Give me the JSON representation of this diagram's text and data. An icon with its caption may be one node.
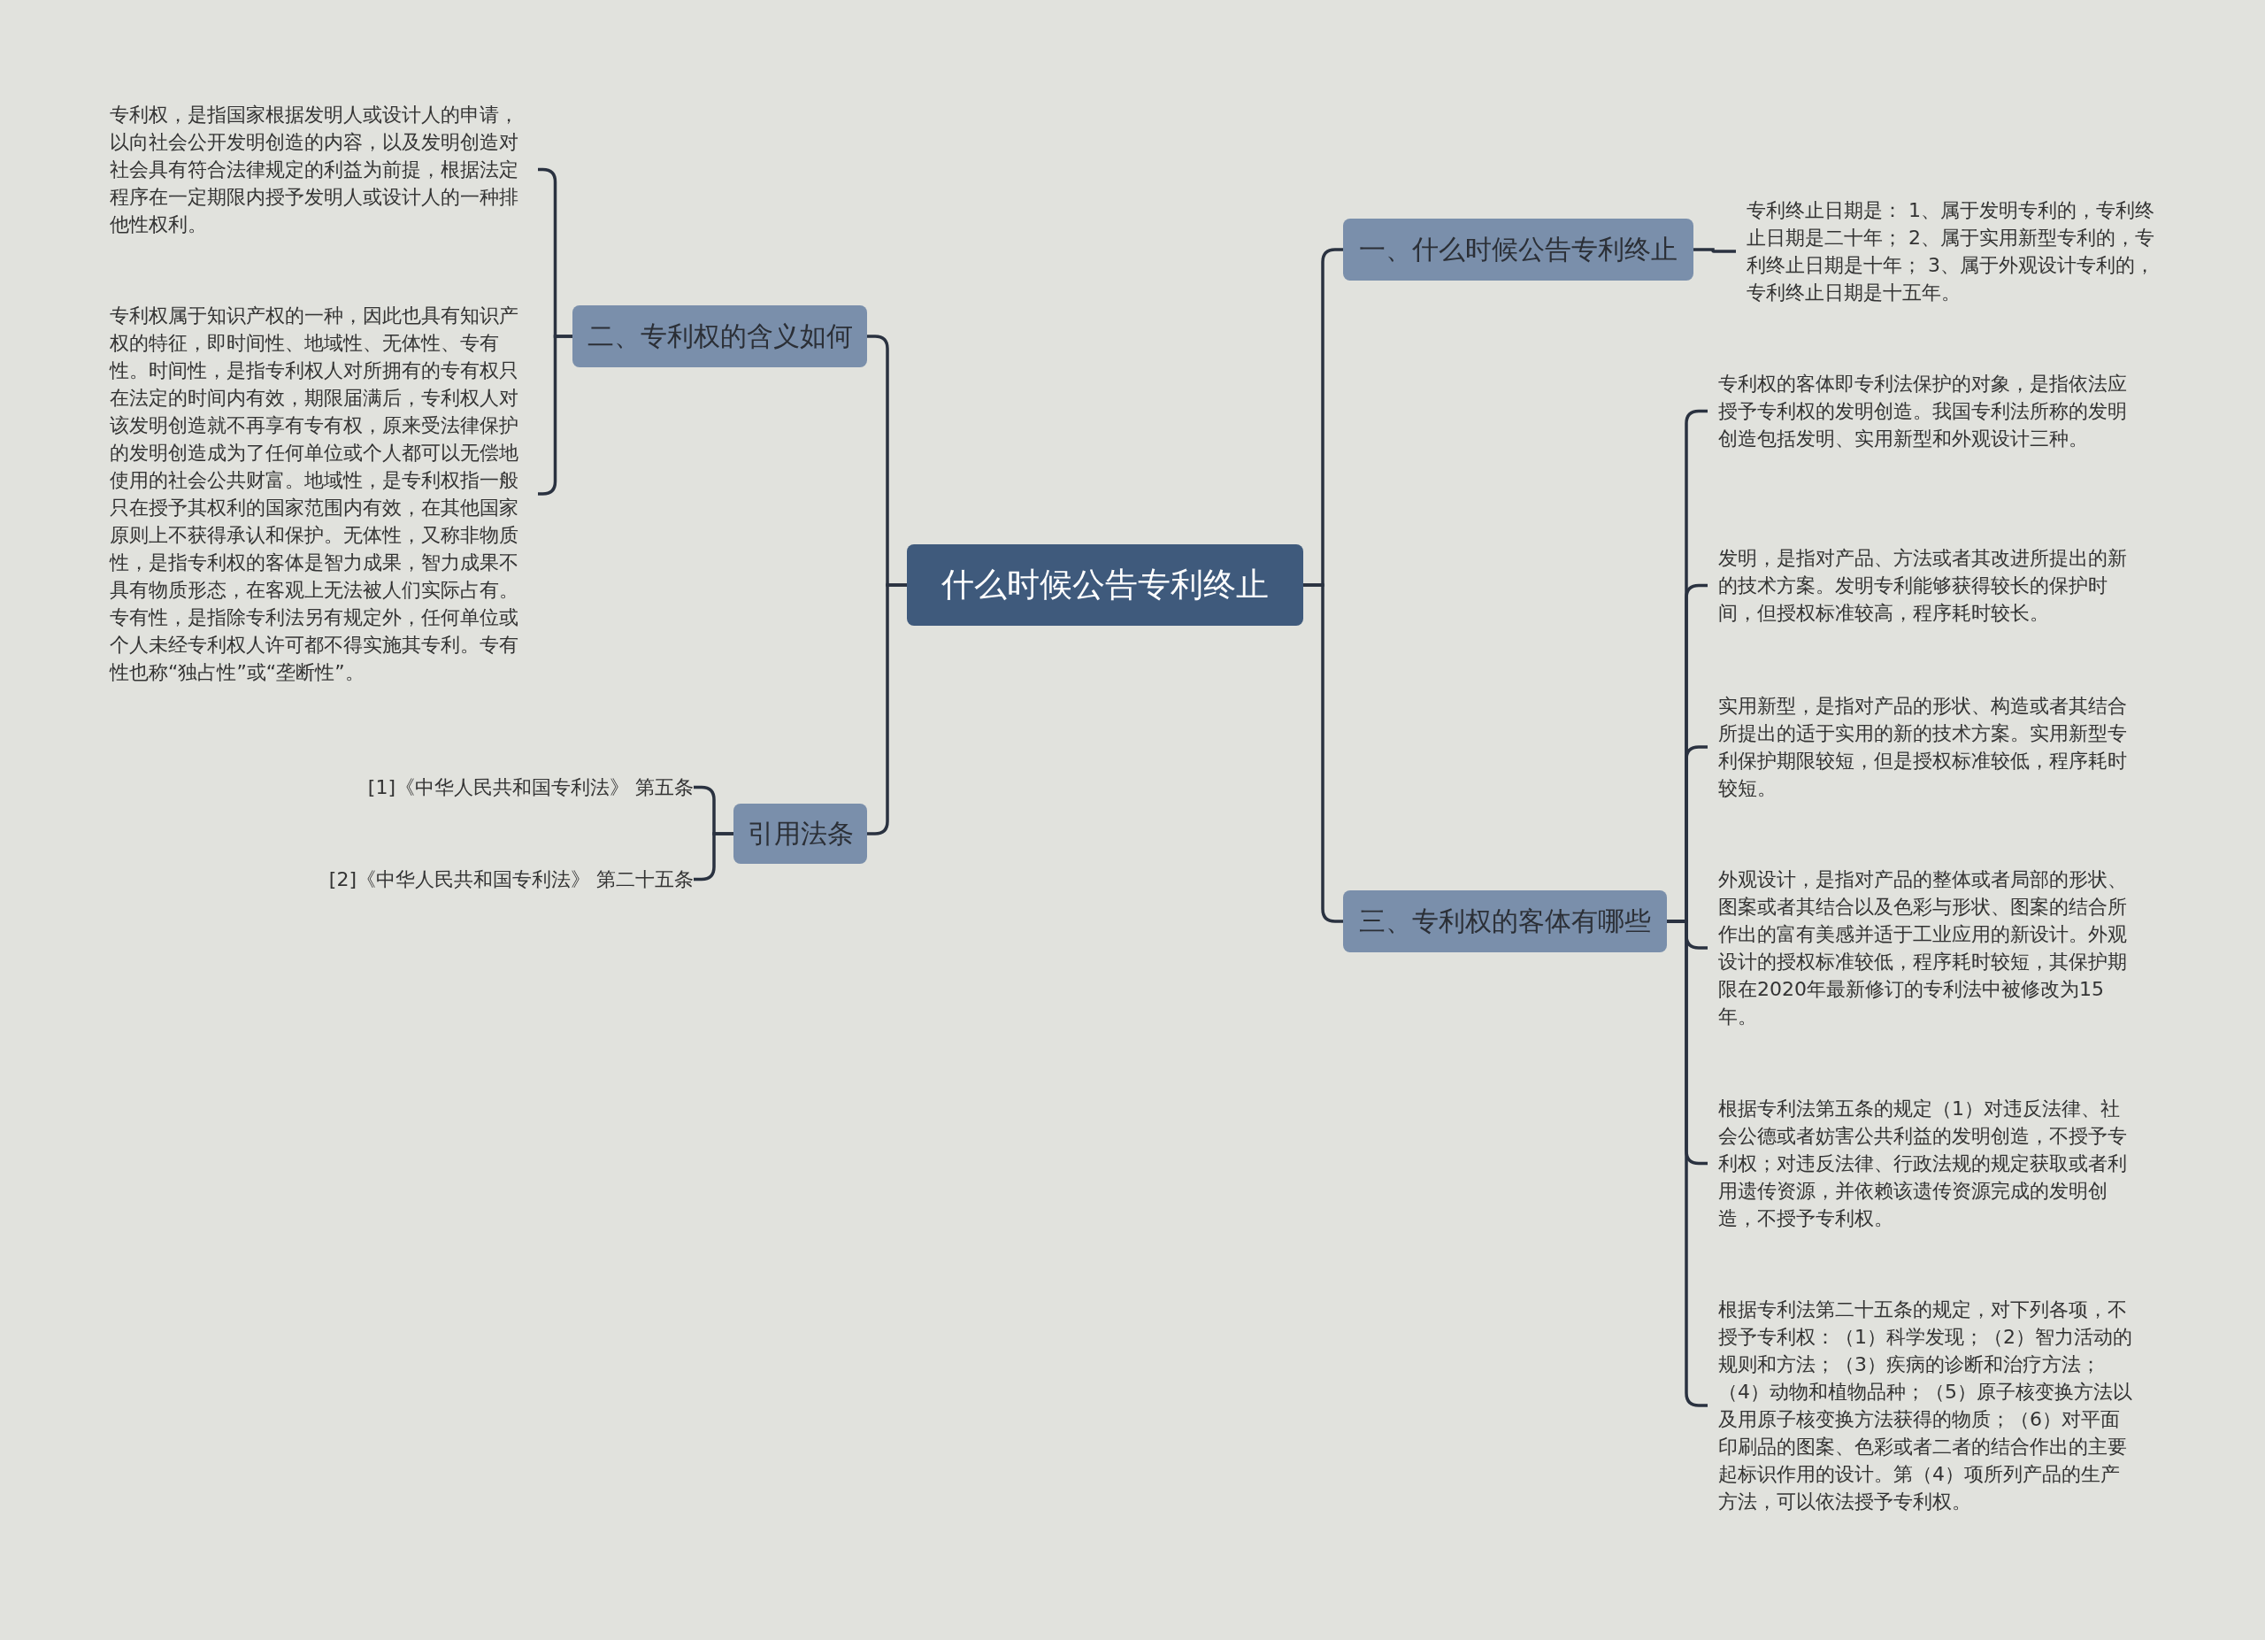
{
  "diagram": {
    "nodes": [
      {
        "text": [
          "什么时候公告专利终止"
        ]
      },
      {
        "text": [
          "二、专利权的含义如何"
        ]
      },
      {
        "text": [
          "专利权，是指国家根据发明人或设计人的申请，以向社会公开发明创造的内容，以及发明创造对社会具有符合法律规定的利益为前提，根据法定程序在一定期限内授予发明人或设计人的一种排他性权利。"
        ]
      },
      {
        "text": [
          "专利权属于知识产权的一种，因此也具有知识产权的特征，即时间性、地域性、无体性、专有性。时间性，是指专利权人对所拥有的专有权只在法定的时间内有效，期限届满后，专利权人对该发明创造就不再享有专有权，原来受法律保护的发明创造成为了任何单位或个人都可以无偿地使用的社会公共财富。地域性，是专利权指一般只在授予其权利的国家范围内有效，在其他国家原则上不获得承认和保护。无体性，又称非物质性，是指专利权的客体是智力成果，智力成果不具有物质形态，在客观上无法被人们实际占有。专有性，是指除专利法另有规定外，任何单位或个人未经专利权人许可都不得实施其专利。专有性也称“独占性”或“垄断性”。"
        ]
      },
      {
        "text": [
          "引用法条"
        ]
      },
      {
        "text": [
          "[1]《中华人民共和国专利法》 第五条"
        ]
      },
      {
        "text": [
          "[2]《中华人民共和国专利法》 第二十五条"
        ]
      },
      {
        "text": [
          "一、什么时候公告专利终止"
        ]
      },
      {
        "text": [
          "专利终止日期是： 1、属于发明专利的，专利终止日期是二十年； 2、属于实用新型专利的，专利终止日期是十年； 3、属于外观设计专利的，专利终止日期是十五年。"
        ]
      },
      {
        "text": [
          "三、专利权的客体有哪些"
        ]
      },
      {
        "text": [
          "专利权的客体即专利法保护的对象，是指依法应授予专利权的发明创造。我国专利法所称的发明创造包括发明、实用新型和外观设计三种。"
        ]
      },
      {
        "text": [
          "发明，是指对产品、方法或者其改进所提出的新的技术方案。发明专利能够获得较长的保护时间，但授权标准较高，程序耗时较长。"
        ]
      },
      {
        "text": [
          "实用新型，是指对产品的形状、构造或者其结合所提出的适于实用的新的技术方案。实用新型专利保护期限较短，但是授权标准较低，程序耗时较短。"
        ]
      },
      {
        "text": [
          "外观设计，是指对产品的整体或者局部的形状、图案或者其结合以及色彩与形状、图案的结合所作出的富有美感并适于工业应用的新设计。外观设计的授权标准较低，程序耗时较短，其保护期限在2020年最新修订的专利法中被修改为15年。"
        ]
      },
      {
        "text": [
          "根据专利法第五条的规定（1）对违反法律、社会公德或者妨害公共利益的发明创造，不授予专利权；对违反法律、行政法规的规定获取或者利用遗传资源，并依赖该遗传资源完成的发明创造，不授予专利权。"
        ]
      },
      {
        "text": [
          "根据专利法第二十五条的规定，对下列各项，不授予专利权：（1）科学发现；（2）智力活动的规则和方法；（3）疾病的诊断和治疗方法；（4）动物和植物品种；（5）原子核变换方法以及用原子核变换方法获得的物质；（6）对平面印刷品的图案、色彩或者二者的结合作出的主要起标识作用的设计。第（4）项所列产品的生产方法，可以依法授予专利权。"
        ]
      }
    ],
    "edges": [
      {
        "from": 0,
        "to": 1,
        "arrow": "none"
      },
      {
        "from": 0,
        "to": 4,
        "arrow": "none"
      },
      {
        "from": 0,
        "to": 7,
        "arrow": "none"
      },
      {
        "from": 0,
        "to": 9,
        "arrow": "none"
      },
      {
        "from": 1,
        "to": 2,
        "arrow": "none"
      },
      {
        "from": 1,
        "to": 3,
        "arrow": "none"
      },
      {
        "from": 4,
        "to": 5,
        "arrow": "none"
      },
      {
        "from": 4,
        "to": 6,
        "arrow": "none"
      },
      {
        "from": 7,
        "to": 8,
        "arrow": "none"
      },
      {
        "from": 9,
        "to": 10,
        "arrow": "none"
      },
      {
        "from": 9,
        "to": 11,
        "arrow": "none"
      },
      {
        "from": 9,
        "to": 12,
        "arrow": "none"
      },
      {
        "from": 9,
        "to": 13,
        "arrow": "none"
      },
      {
        "from": 9,
        "to": 14,
        "arrow": "none"
      },
      {
        "from": 9,
        "to": 15,
        "arrow": "none"
      }
    ]
  }
}
